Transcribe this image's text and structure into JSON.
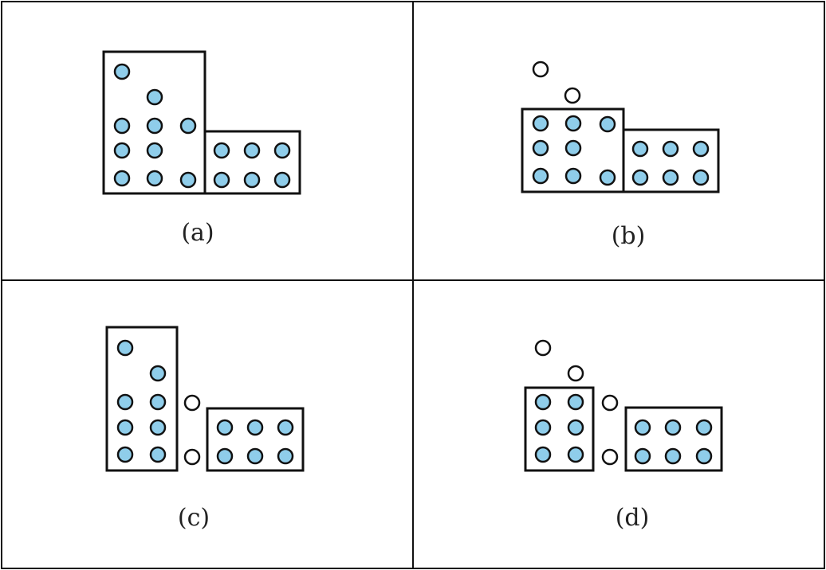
{
  "colors": {
    "dot_fill": "#8fcdea",
    "dot_stroke": "#111111",
    "hollow_fill": "#ffffff",
    "box_stroke": "#111111",
    "background": "#ffffff"
  },
  "panels": [
    {
      "id": "a",
      "label": "(a)"
    },
    {
      "id": "b",
      "label": "(b)"
    },
    {
      "id": "c",
      "label": "(c)"
    },
    {
      "id": "d",
      "label": "(d)"
    }
  ]
}
